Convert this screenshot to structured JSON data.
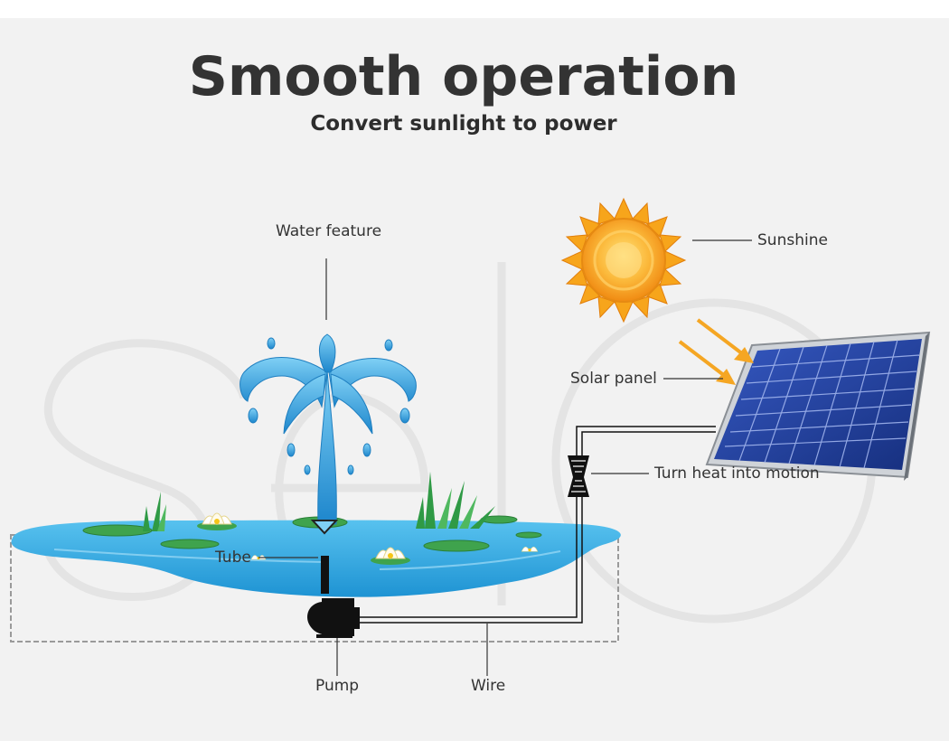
{
  "header": {
    "title": "Smooth operation",
    "subtitle": "Convert sunlight to power"
  },
  "watermark": "selo",
  "labels": {
    "water_feature": "Water feature",
    "sunshine": "Sunshine",
    "solar_panel": "Solar panel",
    "turn_heat": "Turn heat into motion",
    "tube": "Tube",
    "pump": "Pump",
    "wire": "Wire"
  },
  "colors": {
    "pond": "#35a8e0",
    "sun": "#f7a51b",
    "panel": "#1f3e9a",
    "arrow": "#f5a623",
    "leaf": "#2f9a45",
    "text": "#333333"
  }
}
